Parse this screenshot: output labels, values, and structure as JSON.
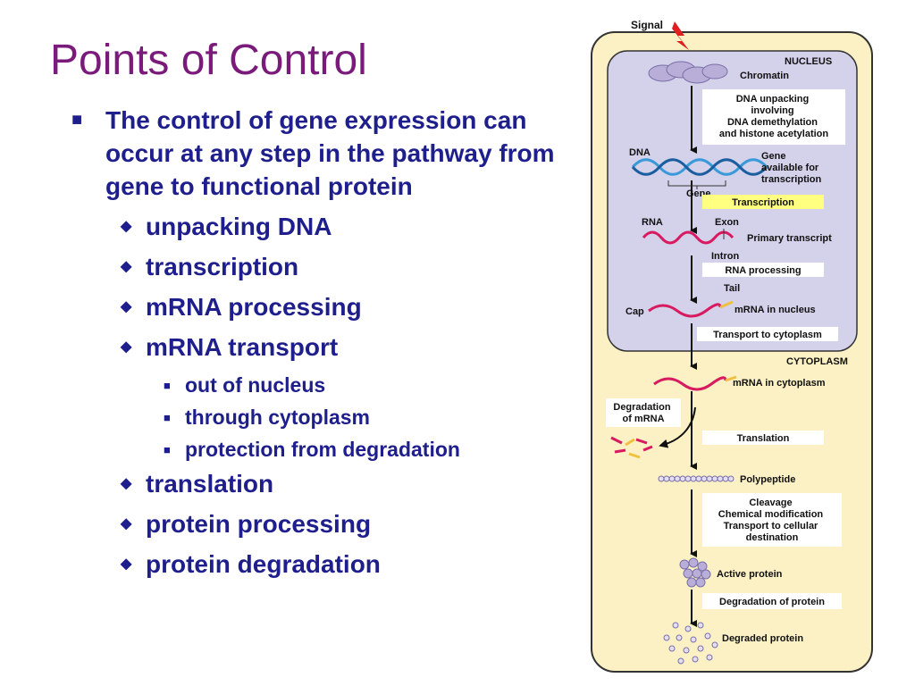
{
  "slide": {
    "title": "Points of Control",
    "bullet_main": "The control of gene expression can occur at any step in the pathway from gene to functional protein",
    "sub_bullets_a": [
      "unpacking DNA",
      "transcription",
      "mRNA processing",
      "mRNA transport"
    ],
    "sub_sub_bullets": [
      "out of nucleus",
      "through cytoplasm",
      "protection from degradation"
    ],
    "sub_bullets_b": [
      "translation",
      "protein processing",
      "protein degradation"
    ]
  },
  "diagram": {
    "signal": "Signal",
    "nucleus": "NUCLEUS",
    "chromatin": "Chromatin",
    "step_unpacking": [
      "DNA unpacking",
      "involving",
      "DNA demethylation",
      "and histone acetylation"
    ],
    "dna": "DNA",
    "gene_available": [
      "Gene",
      "available for",
      "transcription"
    ],
    "gene": "Gene",
    "transcription": "Transcription",
    "rna": "RNA",
    "exon": "Exon",
    "primary_transcript": "Primary transcript",
    "intron": "Intron",
    "rna_processing": "RNA processing",
    "tail": "Tail",
    "cap": "Cap",
    "mrna_nucleus": "mRNA in nucleus",
    "transport": "Transport to cytoplasm",
    "cytoplasm": "CYTOPLASM",
    "mrna_cytoplasm": "mRNA in cytoplasm",
    "degradation_mrna": [
      "Degradation",
      "of mRNA"
    ],
    "translation": "Translation",
    "polypeptide": "Polypeptide",
    "cleavage": [
      "Cleavage",
      "Chemical modification",
      "Transport to cellular",
      "destination"
    ],
    "active_protein": "Active protein",
    "degradation_protein": "Degradation of protein",
    "degraded_protein": "Degraded protein"
  },
  "colors": {
    "title": "#7a1a7a",
    "text": "#1e1e8c",
    "cell_fill": "#fbf1c4",
    "nucleus_fill": "#d4d1ea",
    "highlight": "#ffff80",
    "rna": "#d81b60",
    "dna": "#3a9ad9",
    "exon": "#f0c040",
    "signal": "#e02020",
    "protein": "#b9aed8"
  }
}
